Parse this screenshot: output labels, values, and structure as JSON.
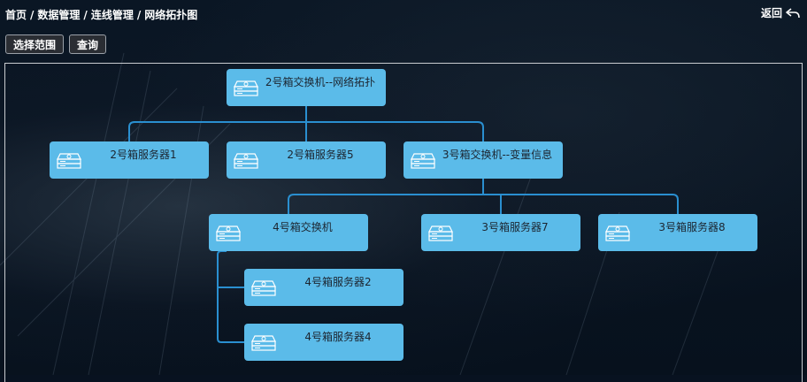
{
  "breadcrumb": {
    "items": [
      "首页",
      "数据管理",
      "连线管理",
      "网络拓扑图"
    ],
    "separator": "/"
  },
  "header": {
    "back_label": "返回"
  },
  "toolbar": {
    "select_range_label": "选择范围",
    "query_label": "查询"
  },
  "topology": {
    "line_color": "#2a8fd0",
    "node_color": "#5bbbe9",
    "nodes": [
      {
        "id": "n1",
        "label": "2号箱交换机--网络拓扑",
        "type": "switch"
      },
      {
        "id": "n2",
        "label": "2号箱服务器1",
        "type": "server"
      },
      {
        "id": "n3",
        "label": "2号箱服务器5",
        "type": "server"
      },
      {
        "id": "n4",
        "label": "3号箱交换机--变量信息",
        "type": "switch"
      },
      {
        "id": "n5",
        "label": "4号箱交换机",
        "type": "switch"
      },
      {
        "id": "n6",
        "label": "3号箱服务器7",
        "type": "server"
      },
      {
        "id": "n7",
        "label": "3号箱服务器8",
        "type": "server"
      },
      {
        "id": "n8",
        "label": "4号箱服务器2",
        "type": "server"
      },
      {
        "id": "n9",
        "label": "4号箱服务器4",
        "type": "server"
      }
    ]
  }
}
